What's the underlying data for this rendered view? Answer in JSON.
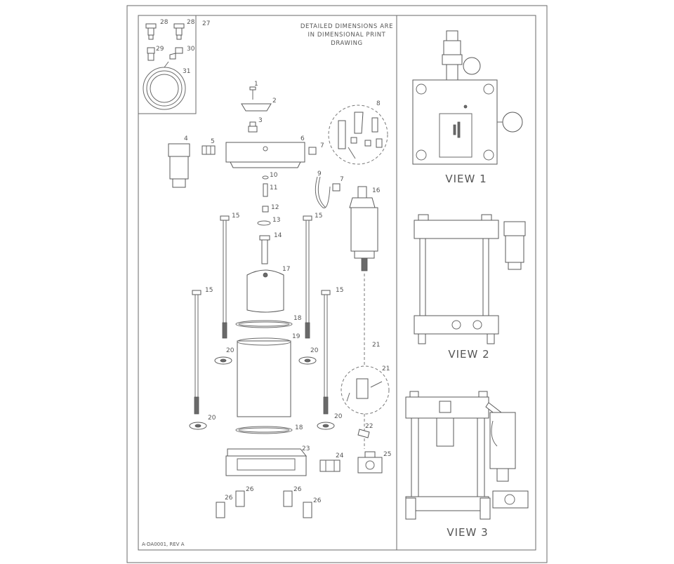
{
  "note": {
    "line1": "DETAILED DIMENSIONS ARE",
    "line2": "IN DIMENSIONAL PRINT",
    "line3": "DRAWING"
  },
  "drawing_number": "A-DA0001, REV A",
  "views": {
    "view1": "VIEW 1",
    "view2": "VIEW 2",
    "view3": "VIEW 3"
  },
  "callouts": {
    "c1": "1",
    "c2": "2",
    "c3": "3",
    "c4": "4",
    "c5": "5",
    "c6": "6",
    "c7a": "7",
    "c7b": "7",
    "c8": "8",
    "c9": "9",
    "c10": "10",
    "c11": "11",
    "c12": "12",
    "c13": "13",
    "c14": "14",
    "c15a": "15",
    "c15b": "15",
    "c15c": "15",
    "c15d": "15",
    "c16": "16",
    "c17": "17",
    "c18a": "18",
    "c18b": "18",
    "c19": "19",
    "c20a": "20",
    "c20b": "20",
    "c20c": "20",
    "c20d": "20",
    "c21a": "21",
    "c21b": "21",
    "c22": "22",
    "c23": "23",
    "c24": "24",
    "c25": "25",
    "c26a": "26",
    "c26b": "26",
    "c26c": "26",
    "c26d": "26",
    "c27": "27",
    "c28a": "28",
    "c28b": "28",
    "c29": "29",
    "c30": "30",
    "c31": "31"
  }
}
